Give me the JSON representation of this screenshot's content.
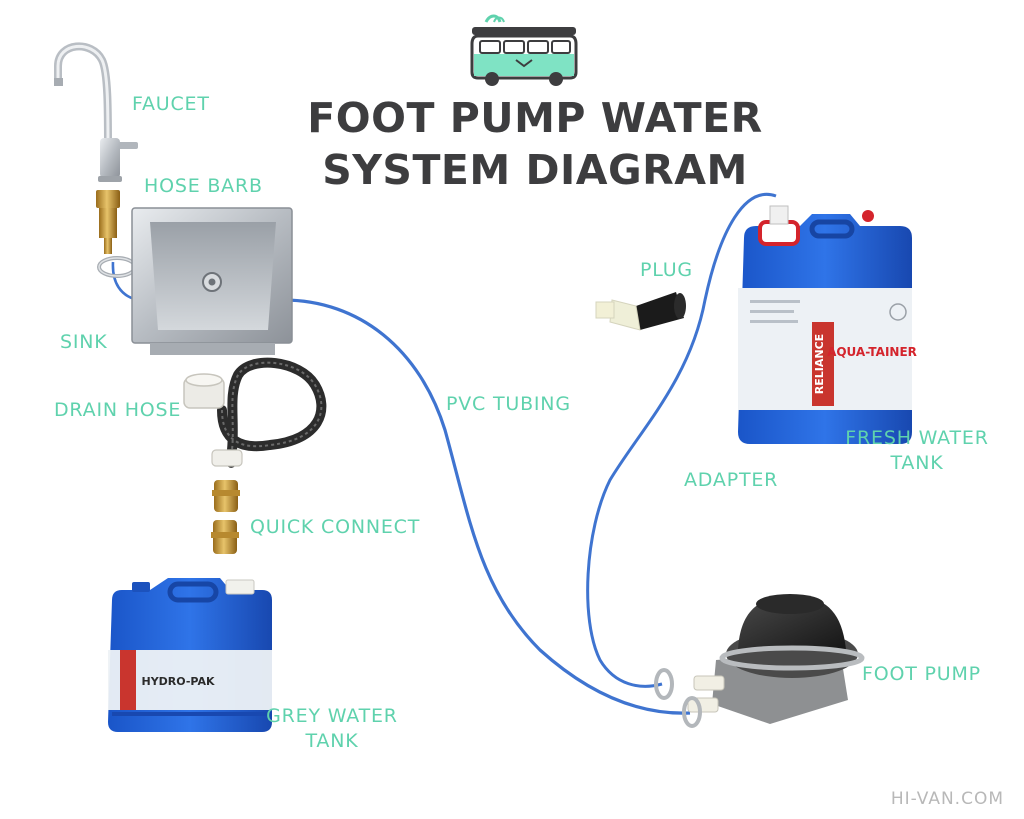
{
  "title": {
    "line1": "FOOT PUMP WATER",
    "line2": "SYSTEM DIAGRAM"
  },
  "labels": {
    "faucet": "FAUCET",
    "hose_barb": "HOSE BARB",
    "sink": "SINK",
    "drain_hose": "DRAIN HOSE",
    "quick_connect": "QUICK CONNECT",
    "grey_water_tank_1": "GREY WATER",
    "grey_water_tank_2": "TANK",
    "pvc_tubing": "PVC TUBING",
    "plug": "PLUG",
    "adapter": "ADAPTER",
    "fresh_water_tank_1": "FRESH WATER",
    "fresh_water_tank_2": "TANK",
    "foot_pump": "FOOT PUMP"
  },
  "credit": "HI-VAN.COM",
  "product_text": {
    "fresh_tank_brand": "RELIANCE",
    "fresh_tank_model": "AQUA-TAINER",
    "grey_tank_model": "HYDRO-PAK"
  },
  "colors": {
    "label": "#5fd2ad",
    "title": "#3d3d3f",
    "tubing": "#3f74d0",
    "tank_blue": "#1f5fd4",
    "credit": "#b8b8b8"
  },
  "icons": [
    "van-logo-icon",
    "faucet-icon",
    "hose-barb-icon",
    "sink-icon",
    "drain-hose-icon",
    "quick-connect-icon",
    "grey-water-tank-icon",
    "fresh-water-tank-icon",
    "plug-icon",
    "foot-pump-icon"
  ]
}
